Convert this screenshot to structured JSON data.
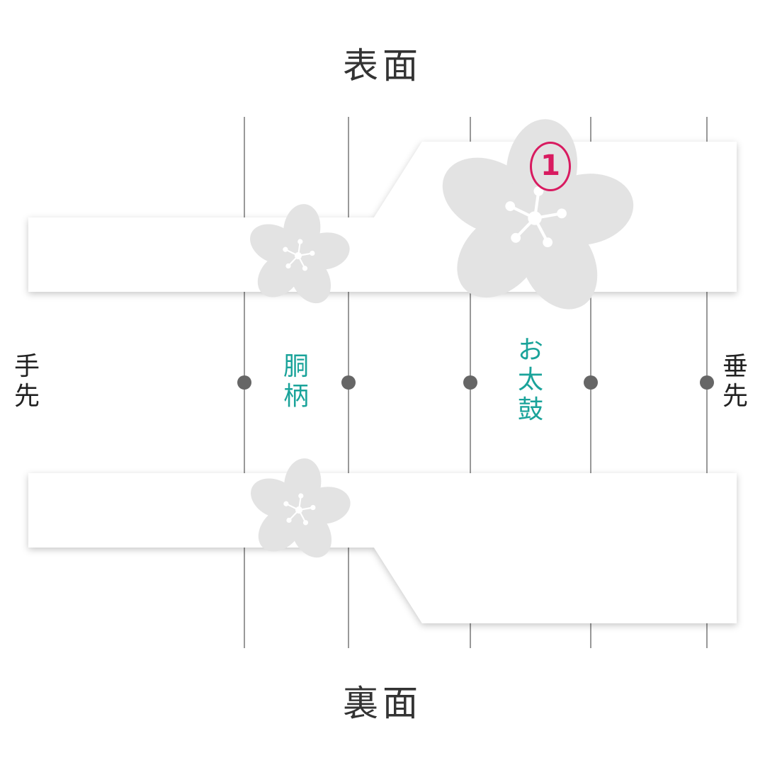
{
  "headings": {
    "front": "表面",
    "back": "裏面"
  },
  "end_labels": {
    "left": "手先",
    "right": "垂先"
  },
  "zones": {
    "dou": "胴柄",
    "otaiko": "お太鼓"
  },
  "badge": {
    "number": "1"
  },
  "colors": {
    "band": "#ffffff",
    "guide_line": "#555555",
    "marker": "#666666",
    "flower": "#e3e3e3",
    "zone_text": "#1aa39a",
    "badge": "#d81b60"
  }
}
